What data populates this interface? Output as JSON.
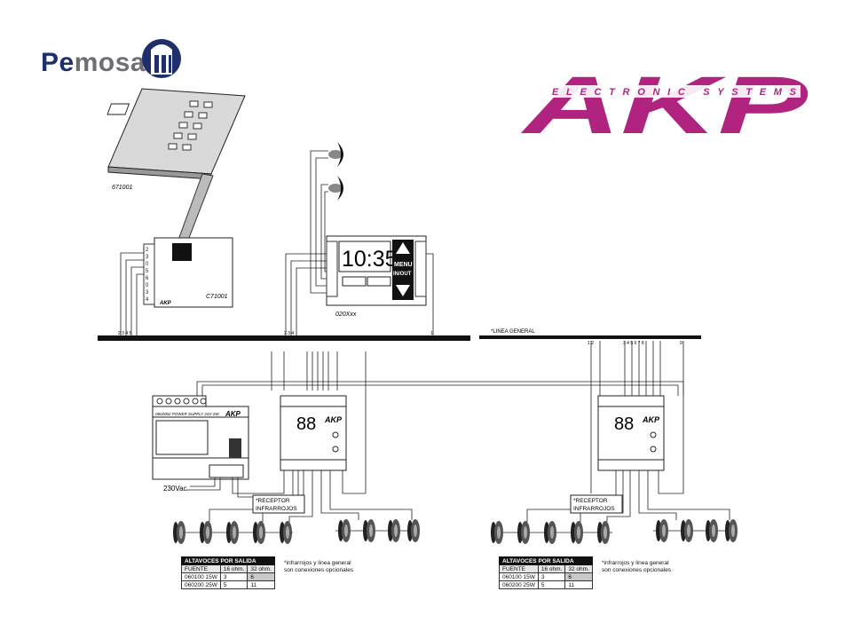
{
  "brands": {
    "pemosa_prefix": "Pe",
    "pemosa_suffix": "mosa",
    "akp_main": "AKP",
    "akp_sub": "ELECTRONIC SYSTEMS",
    "akp_color": "#b0247f"
  },
  "devices": {
    "keypad_code": "671001",
    "controller_code": "C71001",
    "clock_code": "020Xxx",
    "clock_time": "10:35",
    "clock_menu": "MENU",
    "clock_inout": "IN/OUT",
    "psu_label": "0602002 POWER SUPPLY 24V 2W",
    "amp_brand": "AKP",
    "amp_digits": "88",
    "mains_label": "230Vac"
  },
  "bus": {
    "linea_general": "*LINEA GENERAL",
    "left_keypad_terminals": "2 3 4 5",
    "left_clock_terminals": "2 3 4",
    "left_far_terminal": "1",
    "right_terminals_a": "1 2",
    "right_terminals_b": "3 4 5 6 7 8",
    "right_terminal_c": "9"
  },
  "receptor_label_line1": "*RECEPTOR",
  "receptor_label_line2": "INFRARROJOS",
  "speaker_table": {
    "title": "ALTAVOCES POR SALIDA",
    "header": [
      "FUENTE",
      "16 ohm.",
      "32 ohm."
    ],
    "rows": [
      [
        "060100 15W",
        "3",
        "6"
      ],
      [
        "060200 25W",
        "5",
        "11"
      ]
    ]
  },
  "optional_note_line1": "*infrarrojos y linea general",
  "optional_note_line2": "son conexiones opcionales"
}
